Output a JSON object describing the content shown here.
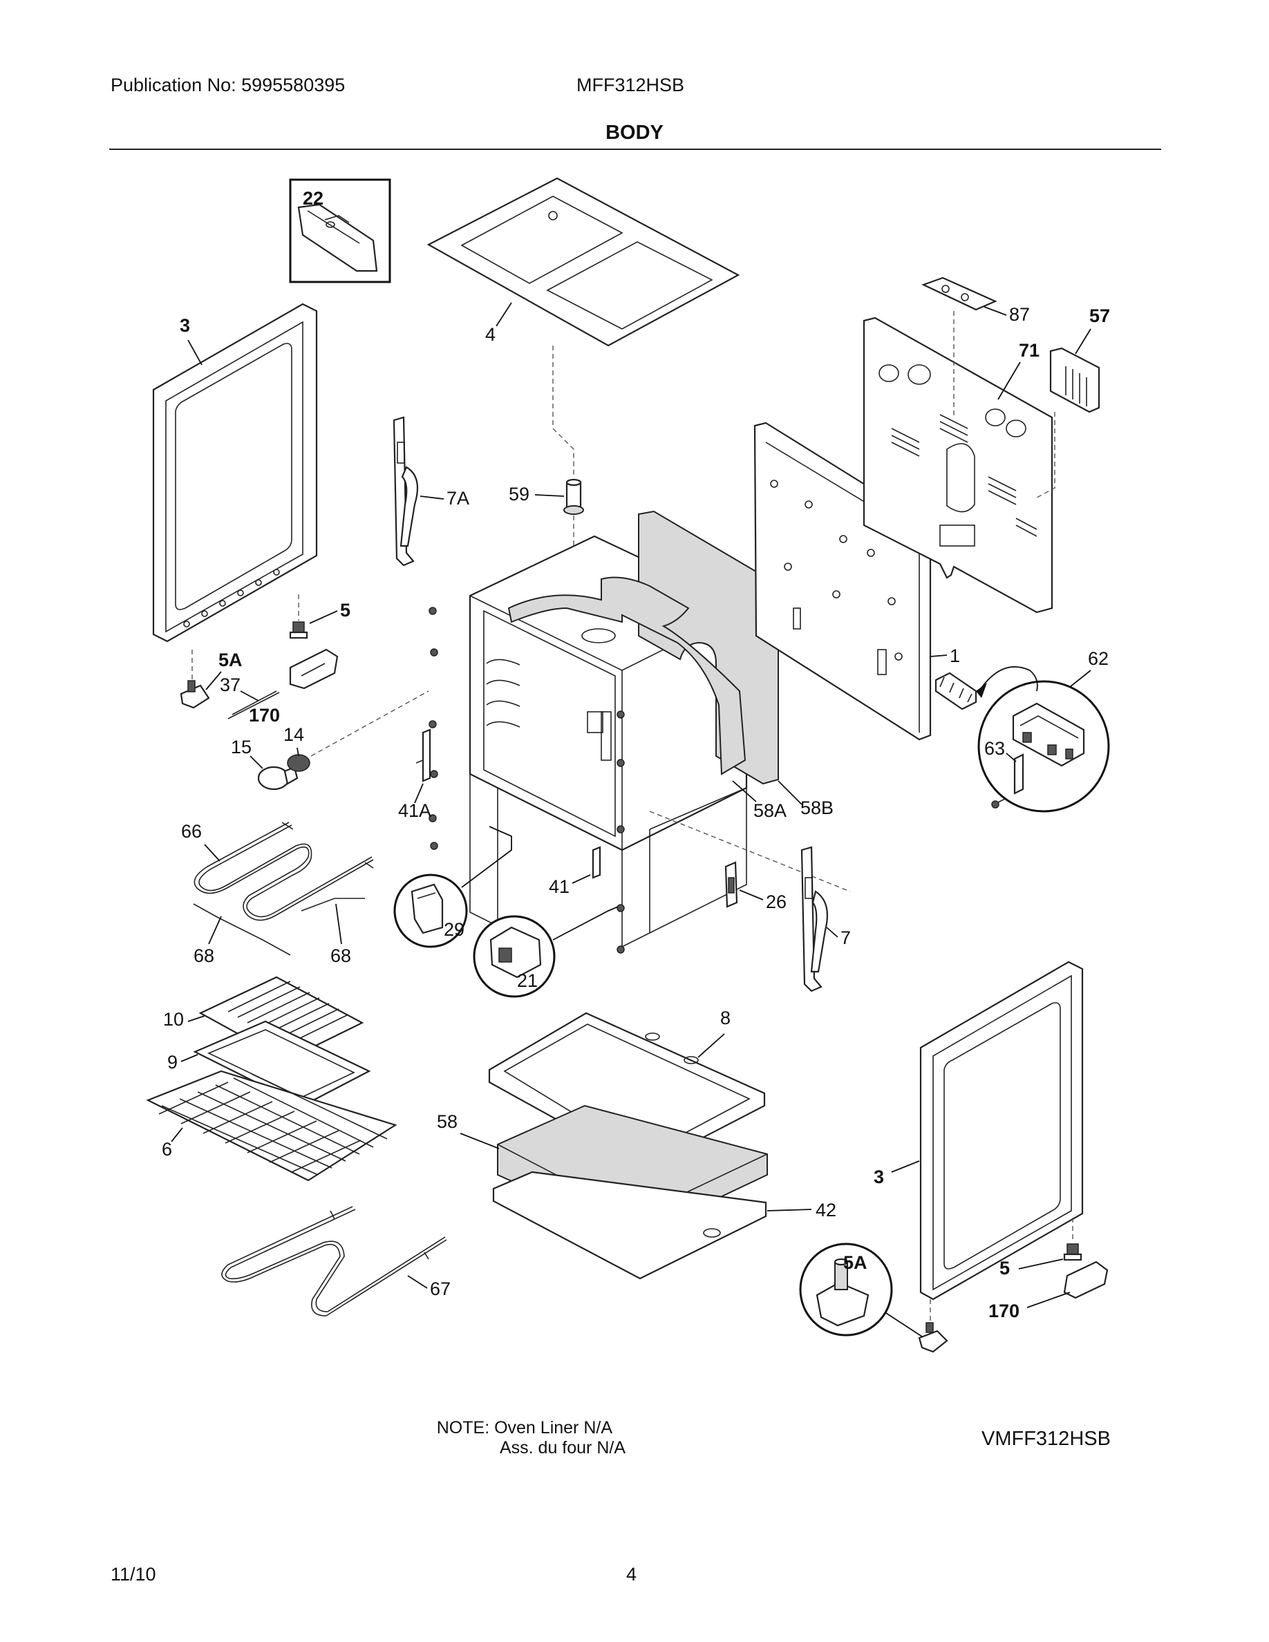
{
  "header": {
    "publication": "Publication No: 5995580395",
    "model": "MFF312HSB",
    "section_title": "BODY"
  },
  "callouts": {
    "c22": "22",
    "c3_left": "3",
    "c4": "4",
    "c87": "87",
    "c57": "57",
    "c71": "71",
    "c7A": "7A",
    "c59": "59",
    "c5_left": "5",
    "c5A_left": "5A",
    "c37": "37",
    "c170_left": "170",
    "c14": "14",
    "c15": "15",
    "c1": "1",
    "c62": "62",
    "c63": "63",
    "c41A": "41A",
    "c58A": "58A",
    "c58B": "58B",
    "c66": "66",
    "c29": "29",
    "c41": "41",
    "c26": "26",
    "c7": "7",
    "c21": "21",
    "c68_left": "68",
    "c68_right": "68",
    "c10": "10",
    "c9": "9",
    "c6": "6",
    "c8": "8",
    "c58": "58",
    "c3_right": "3",
    "c42": "42",
    "c5A_right": "5A",
    "c5_right": "5",
    "c170_right": "170",
    "c67": "67"
  },
  "notes": {
    "line1": "NOTE: Oven Liner N/A",
    "line2": "Ass. du four N/A",
    "variant_model": "VMFF312HSB"
  },
  "footer": {
    "date": "11/10",
    "page": "4"
  }
}
